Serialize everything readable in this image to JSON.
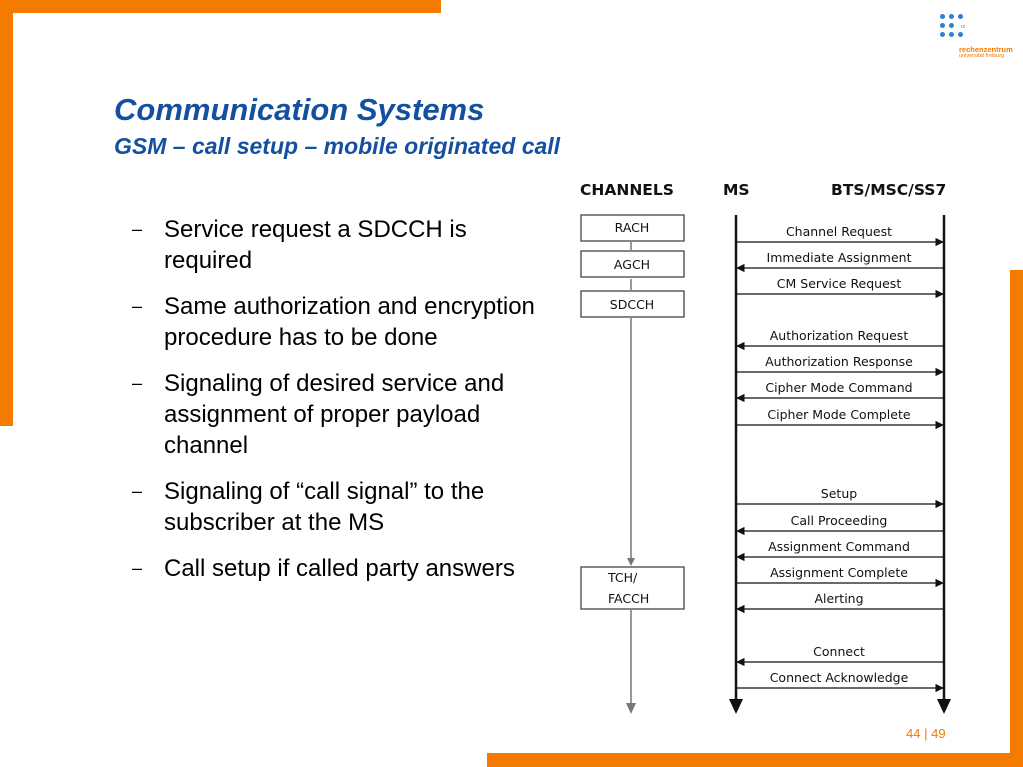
{
  "title": "Communication Systems",
  "subtitle": "GSM – call setup – mobile originated call",
  "logo": {
    "mark": "rz",
    "line1": "rechenzentrum",
    "line2": "universität freiburg"
  },
  "bullets": [
    "Service request a SDCCH is required",
    "Same authorization and encryption procedure has to be done",
    "Signaling of desired service and assignment of proper payload channel",
    "Signaling of “call signal” to the subscriber at the MS",
    "Call setup if called party answers"
  ],
  "bullet_marker": "–",
  "diagram": {
    "headers": {
      "channels": "CHANNELS",
      "ms": "MS",
      "network": "BTS/MSC/SS7"
    },
    "channels": [
      {
        "lines": [
          "RACH"
        ]
      },
      {
        "lines": [
          "AGCH"
        ]
      },
      {
        "lines": [
          "SDCCH"
        ]
      },
      {
        "lines": [
          "TCH/",
          "FACCH"
        ]
      }
    ],
    "messages": [
      {
        "label": "Channel Request",
        "direction": "to-network"
      },
      {
        "label": "Immediate Assignment",
        "direction": "to-ms"
      },
      {
        "label": "CM Service Request",
        "direction": "to-network"
      },
      {
        "label": "Authorization Request",
        "direction": "to-ms"
      },
      {
        "label": "Authorization Response",
        "direction": "to-network"
      },
      {
        "label": "Cipher Mode Command",
        "direction": "to-ms"
      },
      {
        "label": "Cipher Mode Complete",
        "direction": "to-network"
      },
      {
        "label": "Setup",
        "direction": "to-network"
      },
      {
        "label": "Call Proceeding",
        "direction": "to-ms"
      },
      {
        "label": "Assignment Command",
        "direction": "to-ms"
      },
      {
        "label": "Assignment Complete",
        "direction": "to-network"
      },
      {
        "label": "Alerting",
        "direction": "to-ms"
      },
      {
        "label": "Connect",
        "direction": "to-ms"
      },
      {
        "label": "Connect Acknowledge",
        "direction": "to-network"
      }
    ]
  },
  "footer": {
    "page": "44",
    "separator": "|",
    "total": "49"
  },
  "colors": {
    "accent": "#f47a00",
    "title": "#14509f",
    "logo_dots": "#2f7fd2"
  }
}
